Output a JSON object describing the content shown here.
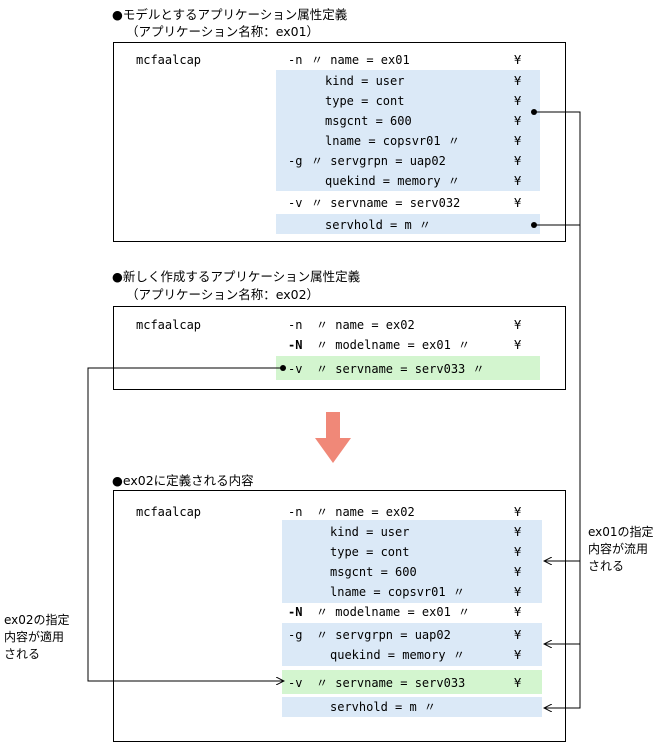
{
  "section1": {
    "title": "●モデルとするアプリケーション属性定義",
    "subtitle": "（アプリケーション名称：ex01）",
    "command": "mcfaalcap",
    "rows": [
      {
        "opt": "-n",
        "text": "〃 name = ex01",
        "yen": "¥"
      },
      {
        "opt": "",
        "text": "kind = user",
        "yen": "¥"
      },
      {
        "opt": "",
        "text": "type = cont",
        "yen": "¥"
      },
      {
        "opt": "",
        "text": "msgcnt = 600",
        "yen": "¥"
      },
      {
        "opt": "",
        "text": "lname = copsvr01 〃",
        "yen": "¥"
      },
      {
        "opt": "-g",
        "text": "〃 servgrpn = uap02",
        "yen": "¥"
      },
      {
        "opt": "",
        "text": "quekind = memory 〃",
        "yen": "¥"
      },
      {
        "opt": "-v",
        "text": "〃 servname = serv032",
        "yen": "¥"
      },
      {
        "opt": "",
        "text": "servhold = m 〃",
        "yen": ""
      }
    ]
  },
  "section2": {
    "title": "●新しく作成するアプリケーション属性定義",
    "subtitle": "（アプリケーション名称：ex02）",
    "command": "mcfaalcap",
    "rows": [
      {
        "opt": "-n",
        "text": "〃 name = ex02",
        "yen": "¥"
      },
      {
        "opt": "-N",
        "text": "〃 modelname = ex01 〃",
        "yen": "¥"
      },
      {
        "opt": "-v",
        "text": "〃 servname = serv033 〃",
        "yen": ""
      }
    ]
  },
  "section3": {
    "title": "●ex02に定義される内容",
    "command": "mcfaalcap",
    "rows": [
      {
        "opt": "-n",
        "text": "〃 name = ex02",
        "yen": "¥"
      },
      {
        "opt": "",
        "text": "kind = user",
        "yen": "¥"
      },
      {
        "opt": "",
        "text": "type = cont",
        "yen": "¥"
      },
      {
        "opt": "",
        "text": "msgcnt = 600",
        "yen": "¥"
      },
      {
        "opt": "",
        "text": "lname = copsvr01 〃",
        "yen": "¥"
      },
      {
        "opt": "-N",
        "text": "〃 modelname = ex01 〃",
        "yen": "¥"
      },
      {
        "opt": "-g",
        "text": "〃 servgrpn = uap02",
        "yen": "¥"
      },
      {
        "opt": "",
        "text": "quekind = memory 〃",
        "yen": "¥"
      },
      {
        "opt": "-v",
        "text": "〃 servname = serv033",
        "yen": "¥"
      },
      {
        "opt": "",
        "text": "servhold = m 〃",
        "yen": ""
      }
    ]
  },
  "notes": {
    "right": [
      "ex01の指定",
      "内容が流用",
      "される"
    ],
    "left": [
      "ex02の指定",
      "内容が適用",
      "される"
    ]
  },
  "colors": {
    "blue_highlight": "#dbe9f7",
    "green_highlight": "#d3f5cf",
    "arrow": "#f08878"
  }
}
